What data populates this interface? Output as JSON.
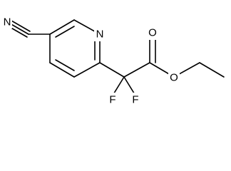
{
  "atoms": {
    "nitrile_n": "N",
    "ring_n": "N",
    "carbonyl_o": "O",
    "ester_o": "O",
    "fluorine_1": "F",
    "fluorine_2": "F"
  }
}
